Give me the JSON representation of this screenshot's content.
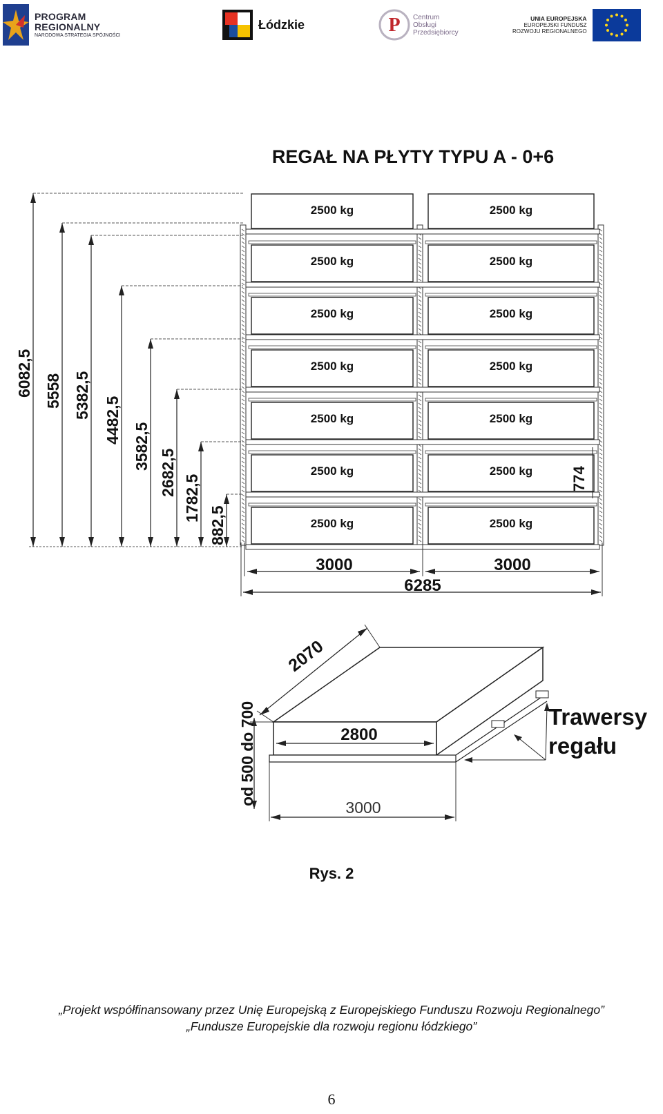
{
  "logos": {
    "program": {
      "line1": "PROGRAM",
      "line2": "REGIONALNY",
      "line3": "NARODOWA STRATEGIA SPÓJNOŚCI"
    },
    "lodzkie": {
      "name": "Łódzkie"
    },
    "cop": {
      "line1": "Centrum",
      "line2": "Obsługi",
      "line3": "Przedsiębiorcy"
    },
    "ue": {
      "line1": "UNIA EUROPEJSKA",
      "line2": "EUROPEJSKI FUNDUSZ",
      "line3": "ROZWOJU REGIONALNEGO"
    }
  },
  "drawing": {
    "title": "REGAŁ NA PŁYTY TYPU A - 0+6",
    "load_label": "2500 kg",
    "heights": [
      "6082,5",
      "5558",
      "5382,5",
      "4482,5",
      "3582,5",
      "2682,5",
      "1782,5",
      "882,5"
    ],
    "level_spacing": "774",
    "bay_width_left": "3000",
    "bay_width_right": "3000",
    "total_width": "6285",
    "plate_depth": "2070",
    "plate_length": "2800",
    "plate_gap": "od 500 do 700",
    "base_width": "3000",
    "beams_label_line1": "Trawersy",
    "beams_label_line2": "regału"
  },
  "caption": "Rys. 2",
  "footer": {
    "line1": "„Projekt współfinansowany przez Unię Europejską z Europejskiego Funduszu Rozwoju Regionalnego”",
    "line2": "„Fundusze Europejskie dla rozwoju regionu łódzkiego”"
  },
  "page_number": "6"
}
